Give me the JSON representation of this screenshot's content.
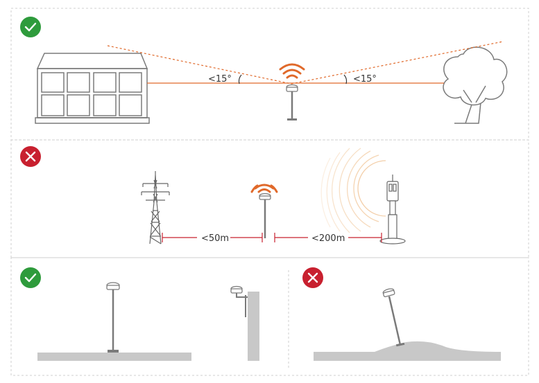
{
  "panels": {
    "elevation": {
      "status": "correct",
      "left_angle_label": "<15°",
      "right_angle_label": "<15°"
    },
    "interference": {
      "status": "wrong",
      "power_line_distance_label": "<50m",
      "transmitter_distance_label": "<200m"
    },
    "mounting_correct": {
      "status": "correct"
    },
    "mounting_wrong": {
      "status": "wrong"
    }
  },
  "colors": {
    "correct": "#2e9b3c",
    "wrong": "#c8202f",
    "accent": "#e0692a",
    "line_gray": "#7a7a7a",
    "ground_gray": "#c8c8c8",
    "dashed_border": "#cfcfcf"
  },
  "icons": {
    "correct": "check-icon",
    "wrong": "cross-icon",
    "signal": "signal-waves-icon"
  }
}
